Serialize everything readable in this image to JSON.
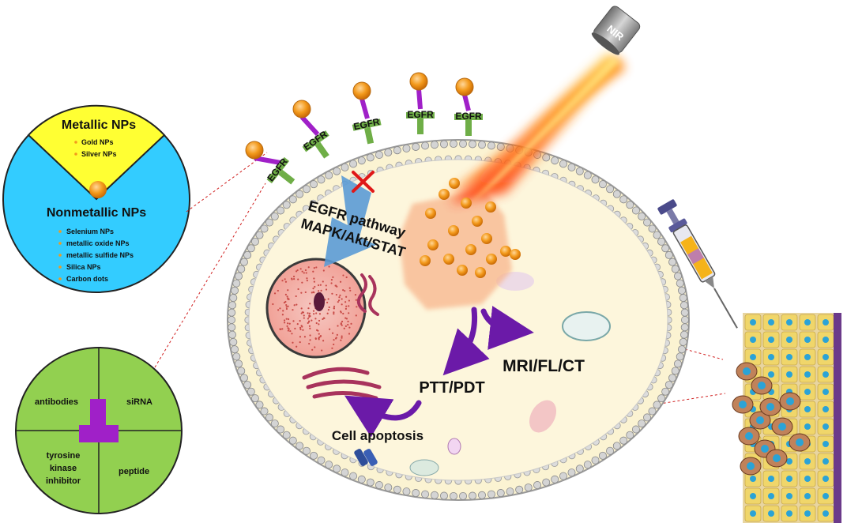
{
  "np_panel": {
    "metallic_title": "Metallic NPs",
    "metallic_items": [
      "Gold NPs",
      "Silver NPs"
    ],
    "nonmetallic_title": "Nonmetallic NPs",
    "nonmetallic_items": [
      "Selenium NPs",
      "metallic oxide NPs",
      "metallic sulfide NPs",
      "Silica NPs",
      "Carbon dots"
    ]
  },
  "ligand_panel": {
    "top_left": "antibodies",
    "top_right": "siRNA",
    "bottom_left_lines": [
      "tyrosine",
      "kinase",
      "inhibitor"
    ],
    "bottom_right": "peptide"
  },
  "cell": {
    "receptor_label": "EGFR",
    "pathway_line1": "EGFR pathway",
    "pathway_line2": "MAPK/Akt/STAT",
    "imaging": "MRI/FL/CT",
    "therapy": "PTT/PDT",
    "apoptosis": "Cell  apoptosis"
  },
  "laser": {
    "label": "NIR"
  },
  "colors": {
    "metallic_bg": "#ffff33",
    "nonmetallic_bg": "#33ccff",
    "ligand_bg": "#92d050",
    "ligand_mark": "#a020c8",
    "np_orange": "#f39a1c",
    "cytoplasm": "#fbf3d2",
    "arrow_purple": "#6b1aa8",
    "pathway_blue": "#5b9bd5"
  }
}
